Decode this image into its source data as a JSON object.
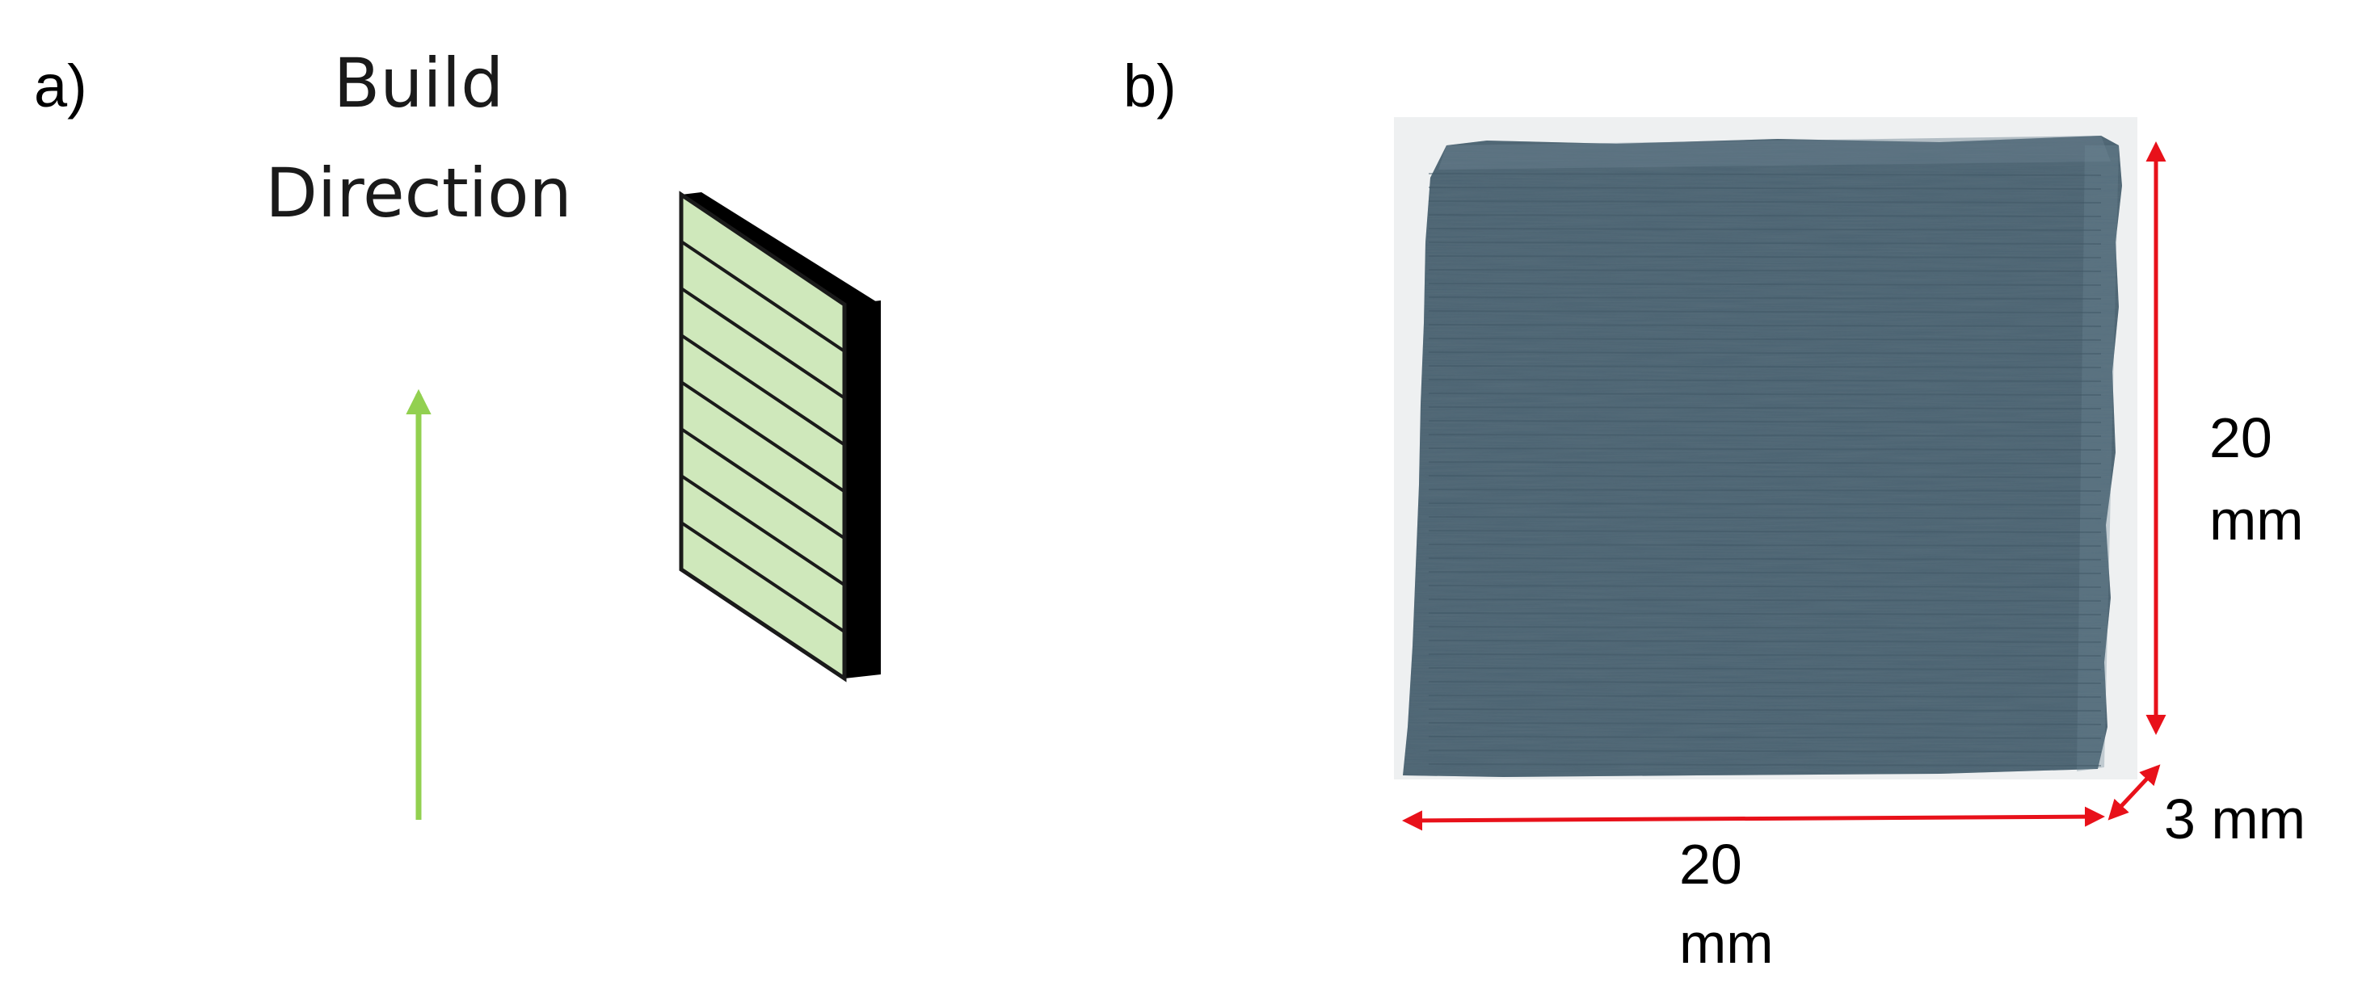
{
  "panel_a": {
    "label": "a)",
    "title_line1": "Build",
    "title_line2": "Direction",
    "arrow_color": "#92d050",
    "layer_fill": "#cfe8bb",
    "layer_count": 8
  },
  "panel_b": {
    "label": "b)",
    "height_value": "20",
    "height_unit": "mm",
    "width_value": "20",
    "width_unit": "mm",
    "thickness": "3 mm",
    "dimension_color": "#e8111a",
    "specimen_color": "#4b6372"
  }
}
